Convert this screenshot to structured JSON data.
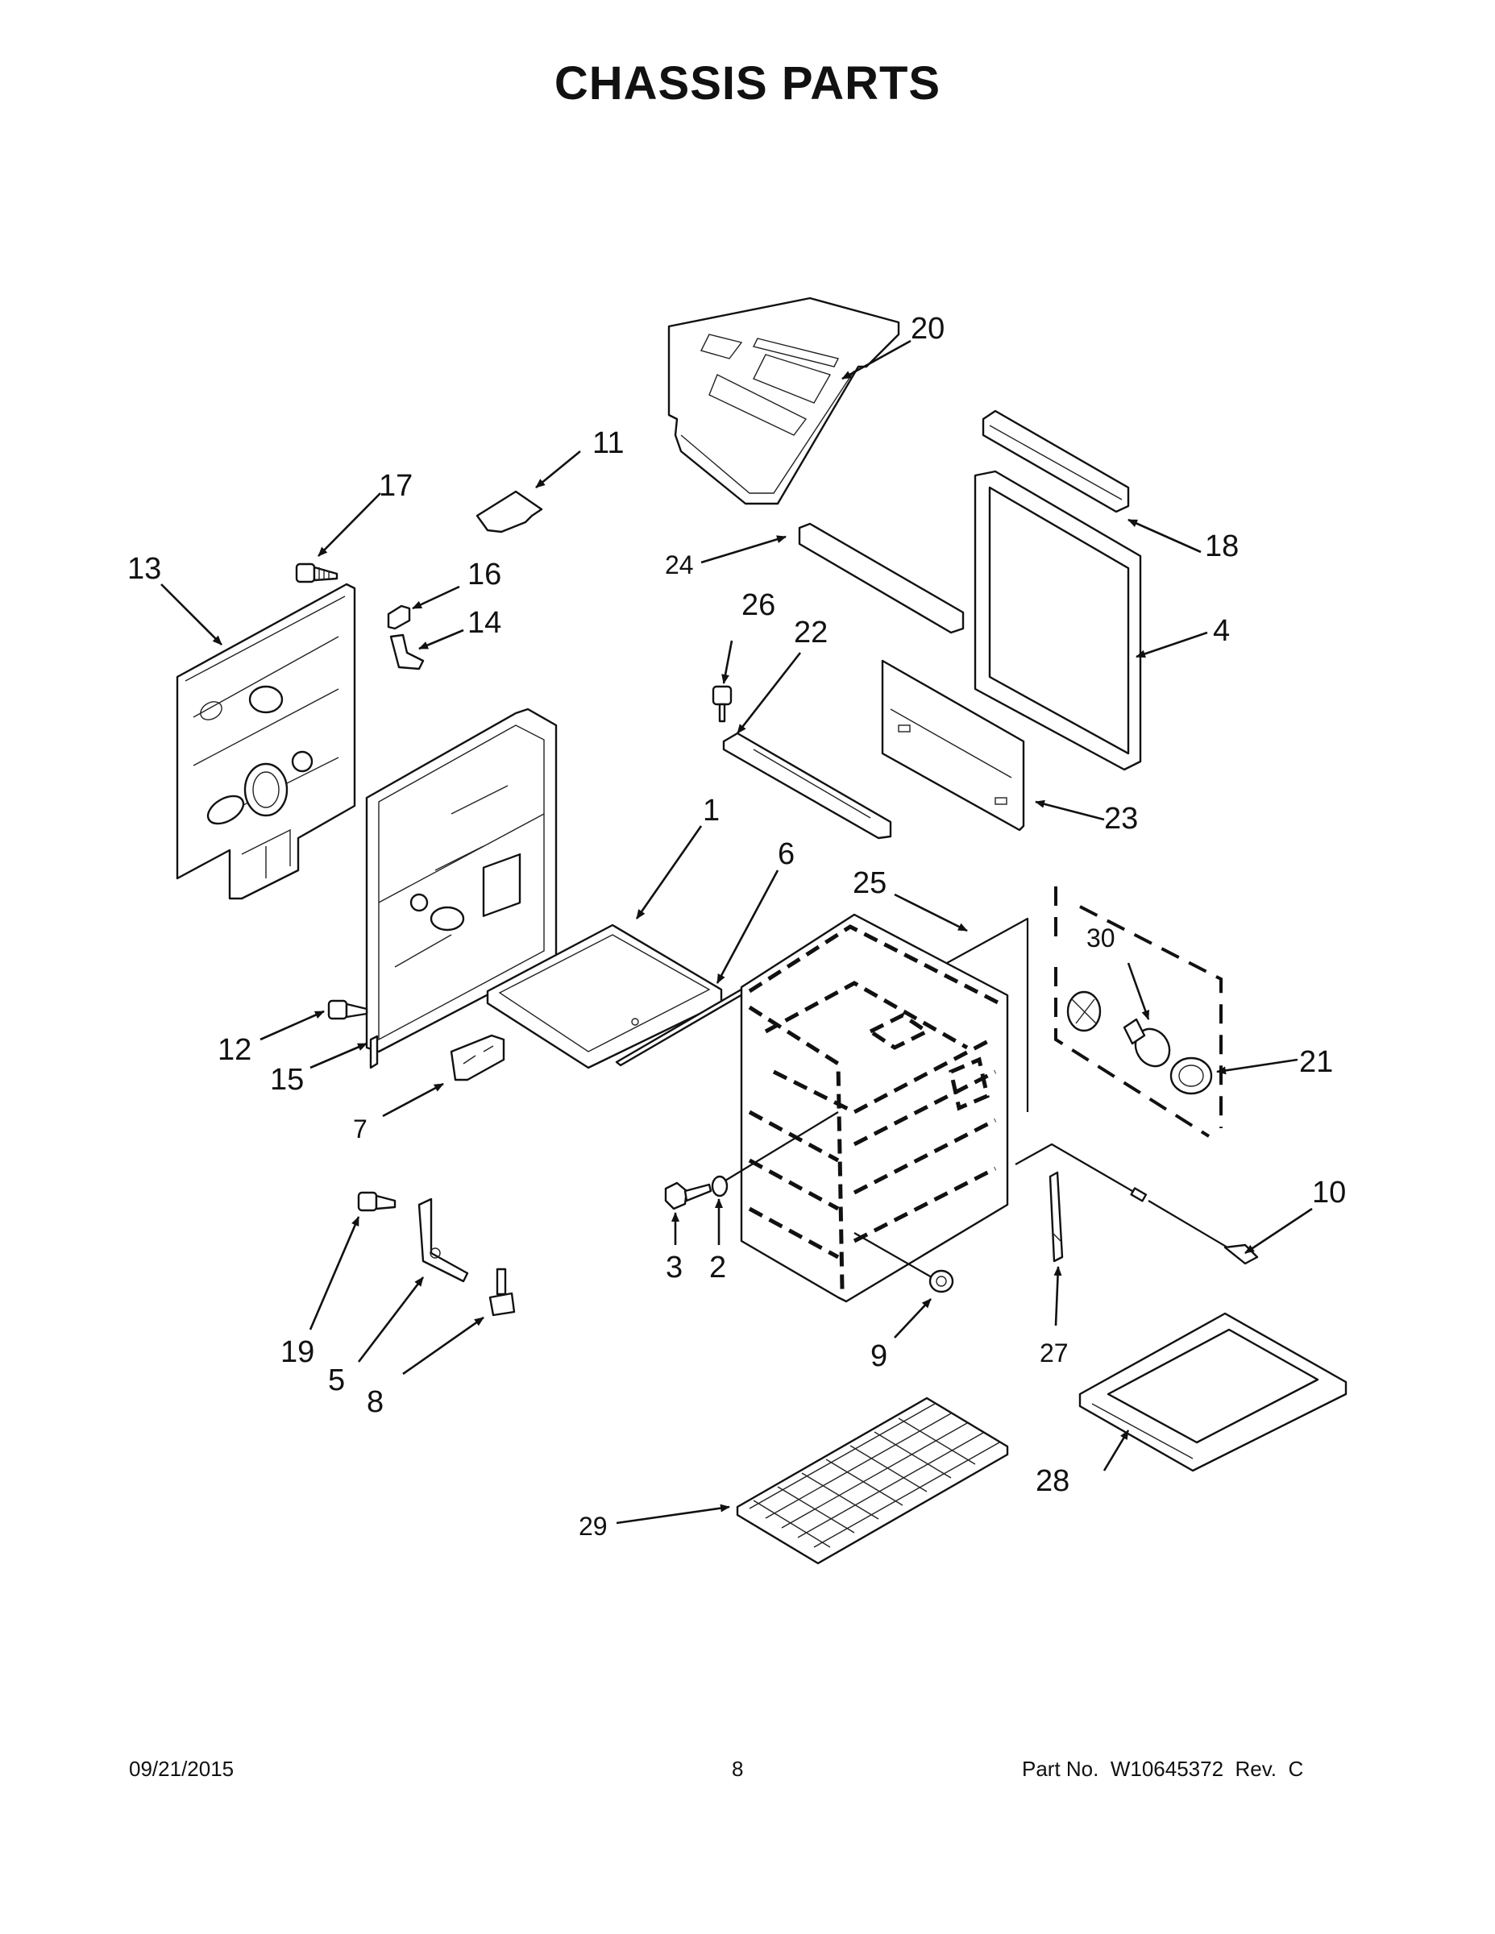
{
  "page": {
    "title": "CHASSIS PARTS",
    "date": "09/21/2015",
    "page_number": "8",
    "part_no": "Part No.  W10645372  Rev.  C"
  },
  "callouts": {
    "c1": "1",
    "c2": "2",
    "c3": "3",
    "c4": "4",
    "c5": "5",
    "c6": "6",
    "c7": "7",
    "c8": "8",
    "c9": "9",
    "c10": "10",
    "c11": "11",
    "c12": "12",
    "c13": "13",
    "c14": "14",
    "c15": "15",
    "c16": "16",
    "c17": "17",
    "c18": "18",
    "c19": "19",
    "c20": "20",
    "c21": "21",
    "c22": "22",
    "c23": "23",
    "c24": "24",
    "c25": "25",
    "c26": "26",
    "c27": "27",
    "c28": "28",
    "c29": "29",
    "c30": "30"
  }
}
